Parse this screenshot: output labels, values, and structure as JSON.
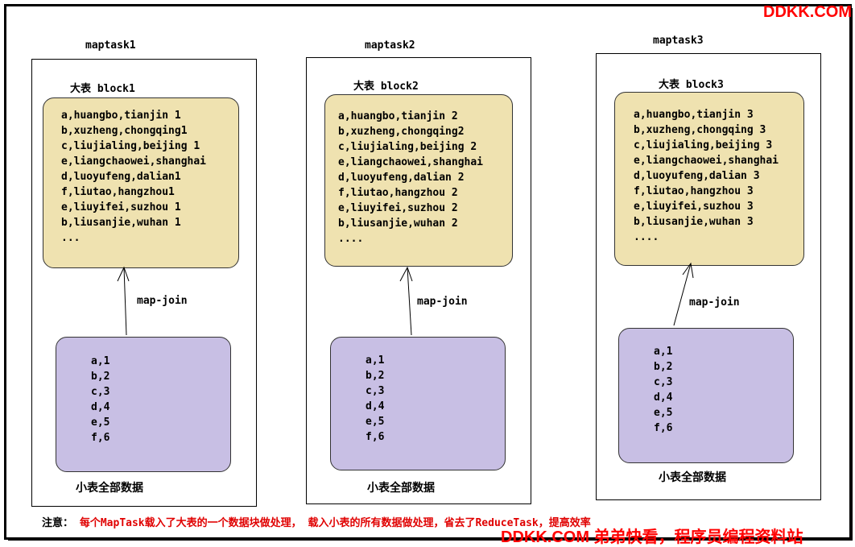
{
  "watermark": {
    "top": "DDKK.COM",
    "bottom": "DDKK.COM 弟弟快看，程序员编程资料站"
  },
  "tasks": [
    {
      "title": "maptask1",
      "big_label": "大表 block1",
      "rows": [
        "a,huangbo,tianjin 1",
        "b,xuzheng,chongqing1",
        "c,liujialing,beijing 1",
        "e,liangchaowei,shanghai",
        "d,luoyufeng,dalian1",
        "f,liutao,hangzhou1",
        "e,liuyifei,suzhou 1",
        "b,liusanjie,wuhan 1",
        "..."
      ],
      "join_label": "map-join",
      "small_rows": [
        "a,1",
        "b,2",
        "c,3",
        "d,4",
        "e,5",
        "f,6"
      ],
      "small_label": "小表全部数据"
    },
    {
      "title": "maptask2",
      "big_label": "大表 block2",
      "rows": [
        "a,huangbo,tianjin 2",
        "b,xuzheng,chongqing2",
        "c,liujialing,beijing 2",
        "e,liangchaowei,shanghai",
        "d,luoyufeng,dalian 2",
        "f,liutao,hangzhou 2",
        "e,liuyifei,suzhou 2",
        "b,liusanjie,wuhan 2",
        "...."
      ],
      "join_label": "map-join",
      "small_rows": [
        "a,1",
        "b,2",
        "c,3",
        "d,4",
        "e,5",
        "f,6"
      ],
      "small_label": "小表全部数据"
    },
    {
      "title": "maptask3",
      "big_label": "大表 block3",
      "rows": [
        "a,huangbo,tianjin 3",
        "b,xuzheng,chongqing 3",
        "c,liujialing,beijing 3",
        "e,liangchaowei,shanghai",
        "d,luoyufeng,dalian 3",
        "f,liutao,hangzhou 3",
        "e,liuyifei,suzhou 3",
        "b,liusanjie,wuhan 3",
        "...."
      ],
      "join_label": "map-join",
      "small_rows": [
        "a,1",
        "b,2",
        "c,3",
        "d,4",
        "e,5",
        "f,6"
      ],
      "small_label": "小表全部数据"
    }
  ],
  "note": {
    "label": "注意：",
    "text": "每个MapTask载入了大表的一个数据块做处理， 载入小表的所有数据做处理，省去了ReduceTask，提高效率"
  }
}
